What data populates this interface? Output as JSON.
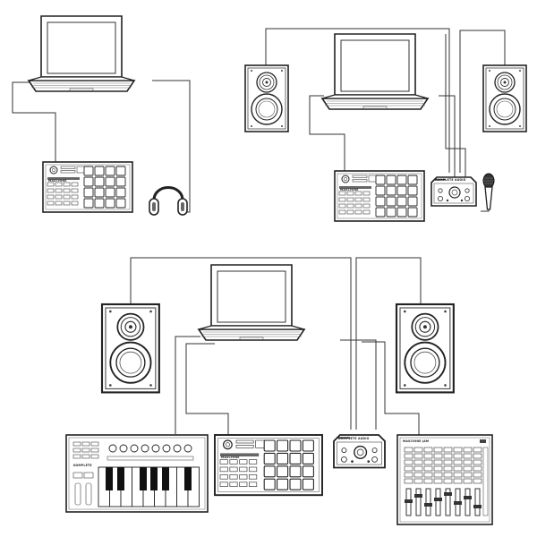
{
  "brand": {
    "maschine": "MASCHINE",
    "komplete": "KOMPLETE",
    "interface": "KOMPLETE AUDIO",
    "mixer": "MASCHINE JAM"
  }
}
